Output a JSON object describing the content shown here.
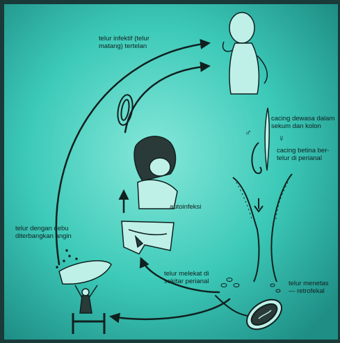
{
  "colors": {
    "frame": "#1a3a3a",
    "paper": "#3cc9b8",
    "paper_light": "#7fe3d4",
    "ink": "#10201f"
  },
  "icons": [
    "child-figure",
    "sleeping-child-figure",
    "egg-icon",
    "male-worm",
    "female-worm",
    "intestine-anus",
    "underwear",
    "person-shaking-cloth",
    "bed",
    "egg-closeup"
  ],
  "labels": {
    "infective_eggs": "telur infektif (telur\nmatang) tertelan",
    "adult_worms": "cacing dewasa dalam\nsekum dan kolon",
    "female_worm": "cacing betina ber-\ntelur di perianal",
    "male_symbol": "♂",
    "female_symbol": "♀",
    "autoinfection": "autoinfeksi",
    "airborne": "telur dengan debu\nditerbangkan angin",
    "perianal_eggs": "telur melekat di\nsekitar perianal",
    "retrofection": "telur menetas\n— retrofekal"
  }
}
